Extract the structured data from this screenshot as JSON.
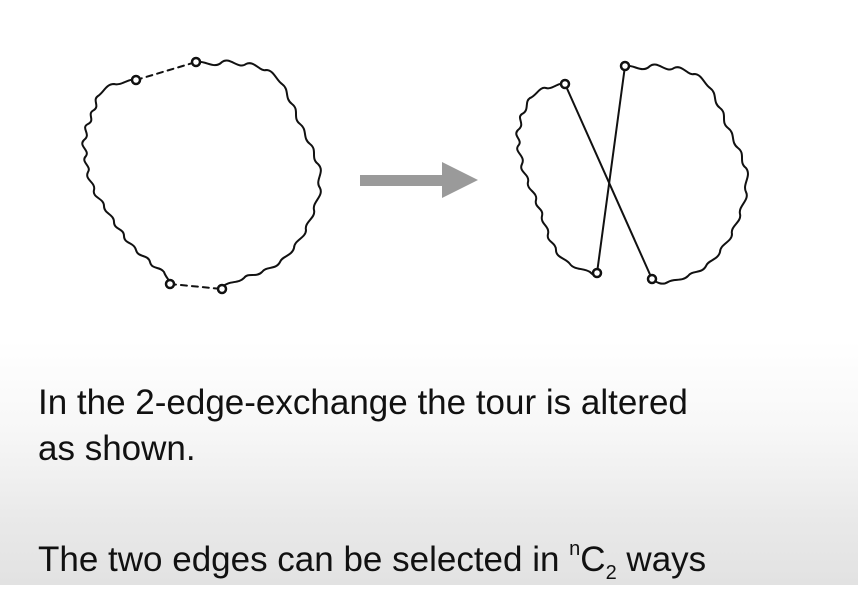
{
  "paragraph_1": {
    "line_1": "In the 2-edge-exchange the tour is altered",
    "line_2": "as shown."
  },
  "paragraph_2": {
    "prefix": "The two edges can be selected in ",
    "superscript": "n",
    "base": "C",
    "subscript": "2",
    "suffix": " ways"
  },
  "colors": {
    "stroke": "#111111",
    "arrow": "#9a9a9a",
    "text": "#111111"
  }
}
